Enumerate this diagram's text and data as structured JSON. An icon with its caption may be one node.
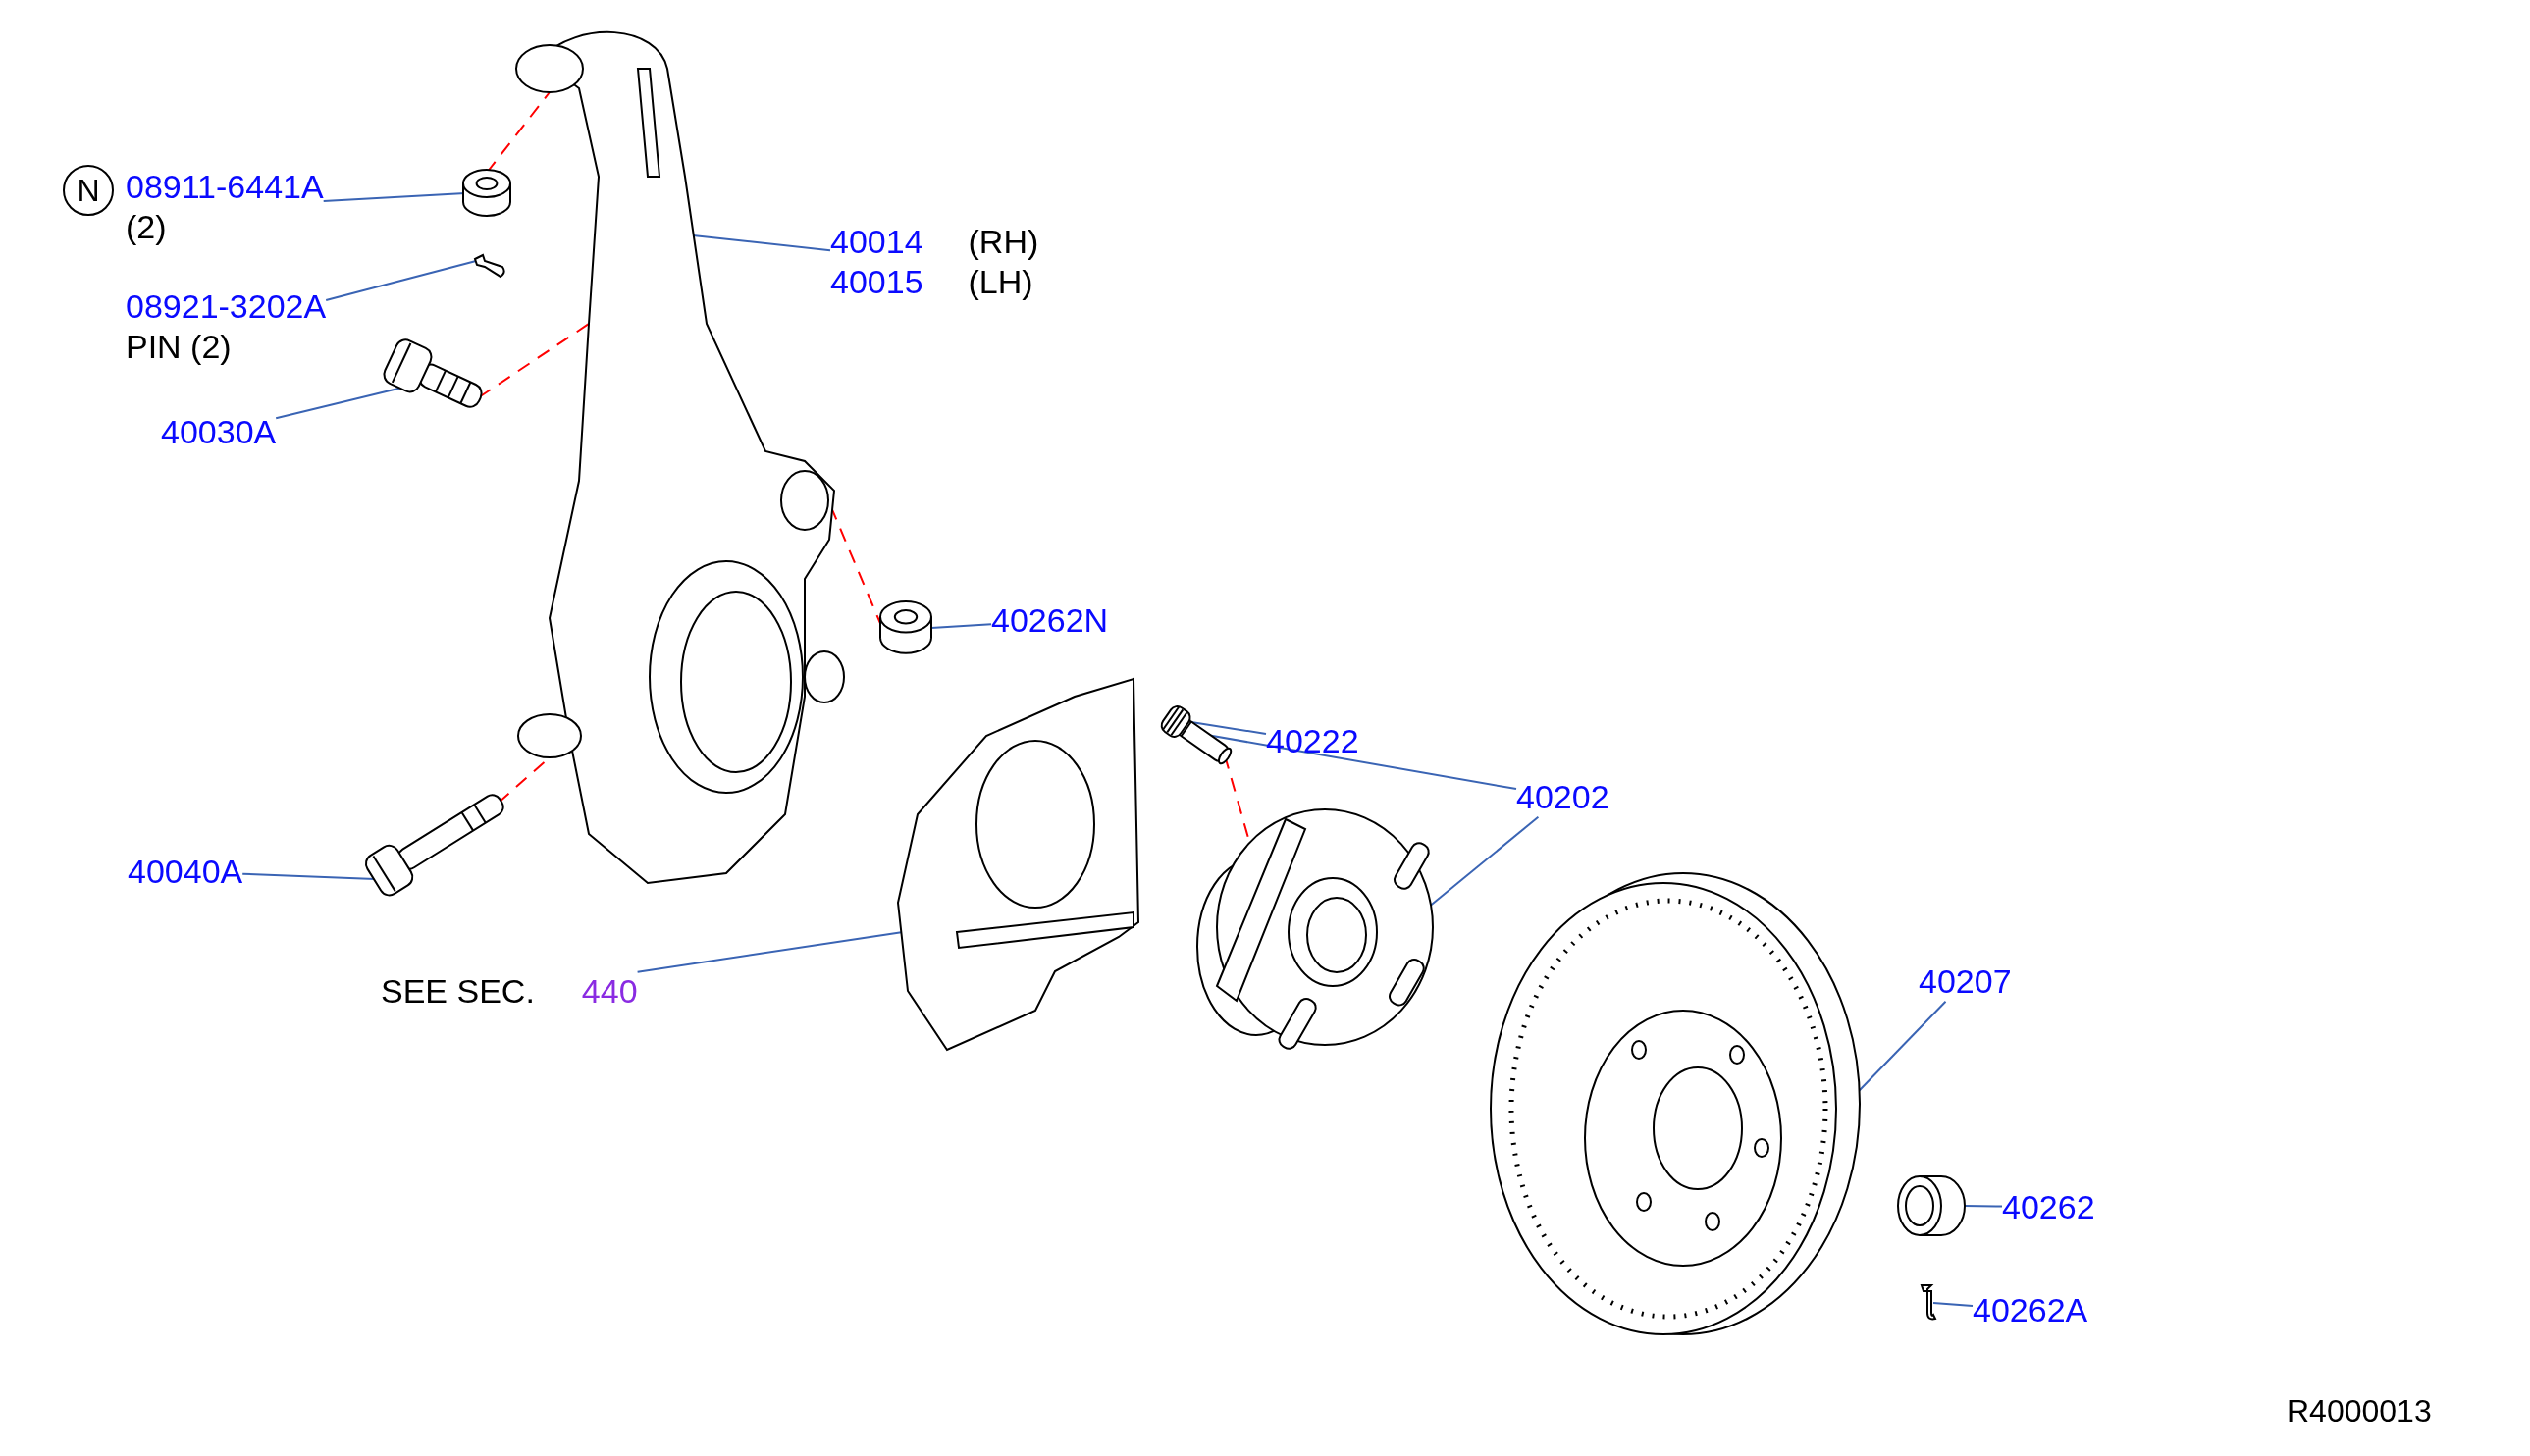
{
  "diagram": {
    "nodes": [
      {
        "text": [
          "N"
        ]
      },
      {
        "text": [
          "08911-6441A",
          "(2)"
        ]
      },
      {
        "text": [],
        "shape": "cylinder"
      },
      {
        "text": [
          "08921-3202A",
          "PIN (2)"
        ]
      },
      {
        "text": [],
        "shape": "picture"
      },
      {
        "text": [
          "40030A"
        ]
      },
      {
        "text": [],
        "shape": "picture"
      },
      {
        "text": [
          "40014",
          "(RH)",
          "40015",
          "(LH)"
        ]
      },
      {
        "text": [],
        "shape": "picture"
      },
      {
        "text": [
          "40262N"
        ]
      },
      {
        "text": [],
        "shape": "cylinder"
      },
      {
        "text": [
          "40222"
        ]
      },
      {
        "text": [],
        "shape": "picture"
      },
      {
        "text": [
          "40202"
        ]
      },
      {
        "text": [],
        "shape": "picture"
      },
      {
        "text": [
          "40207"
        ]
      },
      {
        "text": [],
        "shape": "picture"
      },
      {
        "text": [
          "40262"
        ]
      },
      {
        "text": [],
        "shape": "picture"
      },
      {
        "text": [
          "40262A"
        ]
      },
      {
        "text": [],
        "shape": "picture"
      },
      {
        "text": [
          "SEE SEC.",
          "440"
        ]
      },
      {
        "text": [],
        "shape": "picture"
      },
      {
        "text": [
          "40040A"
        ]
      },
      {
        "text": [],
        "shape": "picture"
      }
    ],
    "edges": [
      {
        "from": 1,
        "to": 2,
        "arrow": "none"
      },
      {
        "from": 3,
        "to": 4,
        "arrow": "none"
      },
      {
        "from": 5,
        "to": 6,
        "arrow": "none"
      },
      {
        "from": 7,
        "to": 8,
        "arrow": "none"
      },
      {
        "from": 9,
        "to": 10,
        "arrow": "none"
      },
      {
        "from": 11,
        "to": 12,
        "arrow": "none"
      },
      {
        "from": 13,
        "to": 12,
        "arrow": "none"
      },
      {
        "from": 13,
        "to": 14,
        "arrow": "none"
      },
      {
        "from": 15,
        "to": 16,
        "arrow": "none"
      },
      {
        "from": 17,
        "to": 18,
        "arrow": "none"
      },
      {
        "from": 19,
        "to": 20,
        "arrow": "none"
      },
      {
        "from": 21,
        "to": 22,
        "arrow": "none"
      },
      {
        "from": 23,
        "to": 24,
        "arrow": "none"
      },
      {
        "from": 2,
        "to": 8,
        "arrow": "none",
        "style": "dashed",
        "color": "#ff0000"
      },
      {
        "from": 6,
        "to": 8,
        "arrow": "none",
        "style": "dashed",
        "color": "#ff0000"
      },
      {
        "from": 10,
        "to": 8,
        "arrow": "none",
        "style": "dashed",
        "color": "#ff0000"
      },
      {
        "from": 24,
        "to": 8,
        "arrow": "none",
        "style": "dashed",
        "color": "#ff0000"
      },
      {
        "from": 12,
        "to": 14,
        "arrow": "none",
        "style": "dashed",
        "color": "#ff0000"
      }
    ],
    "labels": [
      "R4000013"
    ]
  }
}
